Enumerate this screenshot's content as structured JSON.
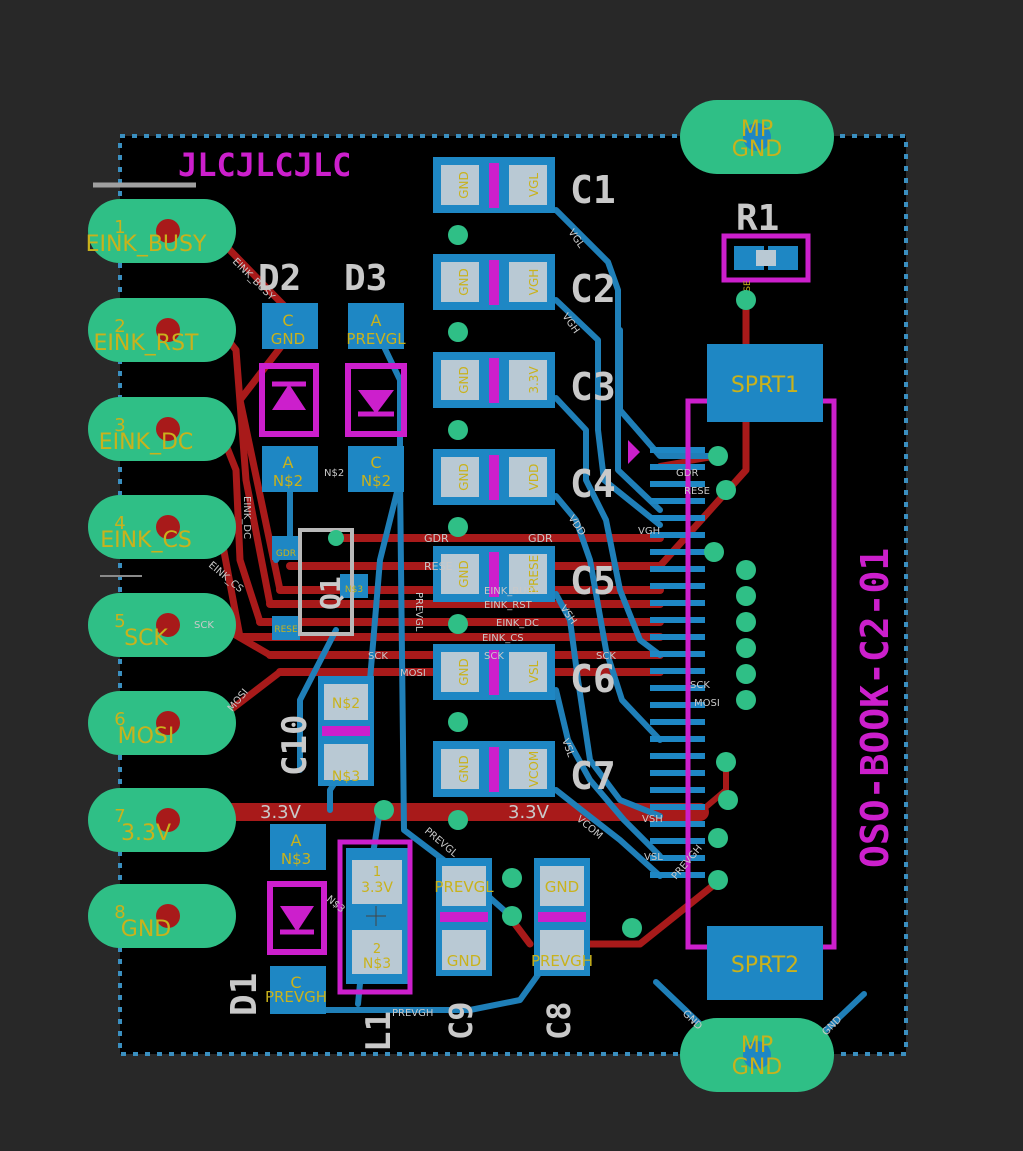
{
  "board": {
    "title": "OSO-BOOK-C2-01",
    "fab_marker": "JLCJLCJLC"
  },
  "colors": {
    "background": "#282828",
    "board": "#000000",
    "outline": "#3a8fc0",
    "top_copper": "#a81a1a",
    "bottom_copper": "#1f7fb8",
    "smd_pad": "#1e87c4",
    "pad_highlight": "#b9c9d4",
    "through_hole": "#2fbf86",
    "silk": "#c9c9c9",
    "doc": "#cc1fcc",
    "pad_text": "#c9b21c"
  },
  "connector": {
    "pins": [
      {
        "net": "EINK_BUSY",
        "label": "EINK_BUSY",
        "pin": "1"
      },
      {
        "net": "EINK_RST",
        "label": "EINK_RST",
        "pin": "2"
      },
      {
        "net": "EINK_DC",
        "label": "EINK_DC",
        "pin": "3"
      },
      {
        "net": "EINK_CS",
        "label": "EINK_CS",
        "pin": "4"
      },
      {
        "net": "SCK",
        "label": "SCK",
        "pin": "5"
      },
      {
        "net": "MOSI",
        "label": "MOSI",
        "pin": "6"
      },
      {
        "net": "3.3V",
        "label": "3.3V",
        "pin": "7"
      },
      {
        "net": "GND",
        "label": "GND",
        "pin": "8"
      }
    ]
  },
  "mounting": [
    {
      "top": "MP",
      "bottom": "GND"
    },
    {
      "top": "MP",
      "bottom": "GND"
    }
  ],
  "parts": [
    {
      "ref": "C1",
      "pad1": "GND",
      "pad2": "VGL"
    },
    {
      "ref": "C2",
      "pad1": "GND",
      "pad2": "VGH"
    },
    {
      "ref": "C3",
      "pad1": "GND",
      "pad2": "3.3V"
    },
    {
      "ref": "C4",
      "pad1": "GND",
      "pad2": "VDD"
    },
    {
      "ref": "C5",
      "pad1": "GND",
      "pad2": "PRESE"
    },
    {
      "ref": "C6",
      "pad1": "GND",
      "pad2": "VSL"
    },
    {
      "ref": "C7",
      "pad1": "GND",
      "pad2": "VCOM"
    },
    {
      "ref": "C8",
      "pad1": "PREVGH",
      "pad2": "GND"
    },
    {
      "ref": "C9",
      "pad1": "PREVGL",
      "pad2": "GND"
    },
    {
      "ref": "C10",
      "pad1": "N$3",
      "pad2": "N$2"
    },
    {
      "ref": "R1",
      "pad1": "RESE",
      "pad2": ""
    },
    {
      "ref": "L1",
      "pad1": "3.3V",
      "pad2": "N$3"
    },
    {
      "ref": "D1",
      "pad_a": "N$3",
      "pad_c": "PREVGH",
      "a": "A",
      "c": "C"
    },
    {
      "ref": "D2",
      "pad_a": "N$2",
      "pad_c": "GND",
      "a": "A",
      "c": "C"
    },
    {
      "ref": "D3",
      "pad_a": "PREVGL",
      "pad_c": "N$2",
      "a": "A",
      "c": "C"
    },
    {
      "ref": "Q1",
      "pins": [
        "GDR",
        "RESE",
        "N$3"
      ]
    },
    {
      "ref": "SPRT1"
    },
    {
      "ref": "SPRT2"
    }
  ],
  "net_labels": {
    "gdr": "GDR",
    "rese": "RESE",
    "eink_busy": "EINK_BUSY",
    "eink_rst": "EINK_RST",
    "eink_dc": "EINK_DC",
    "eink_cs": "EINK_CS",
    "sck": "SCK",
    "mosi": "MOSI",
    "v33": "3.3V",
    "vgl": "VGL",
    "vgh": "VGH",
    "vdd": "VDD",
    "vsh": "VSH",
    "vsl": "VSL",
    "vcom": "VCOM",
    "prevgl": "PREVGL",
    "prevgh": "PREVGH",
    "gnd": "GND",
    "ns2": "N$2",
    "ns3": "N$3"
  }
}
